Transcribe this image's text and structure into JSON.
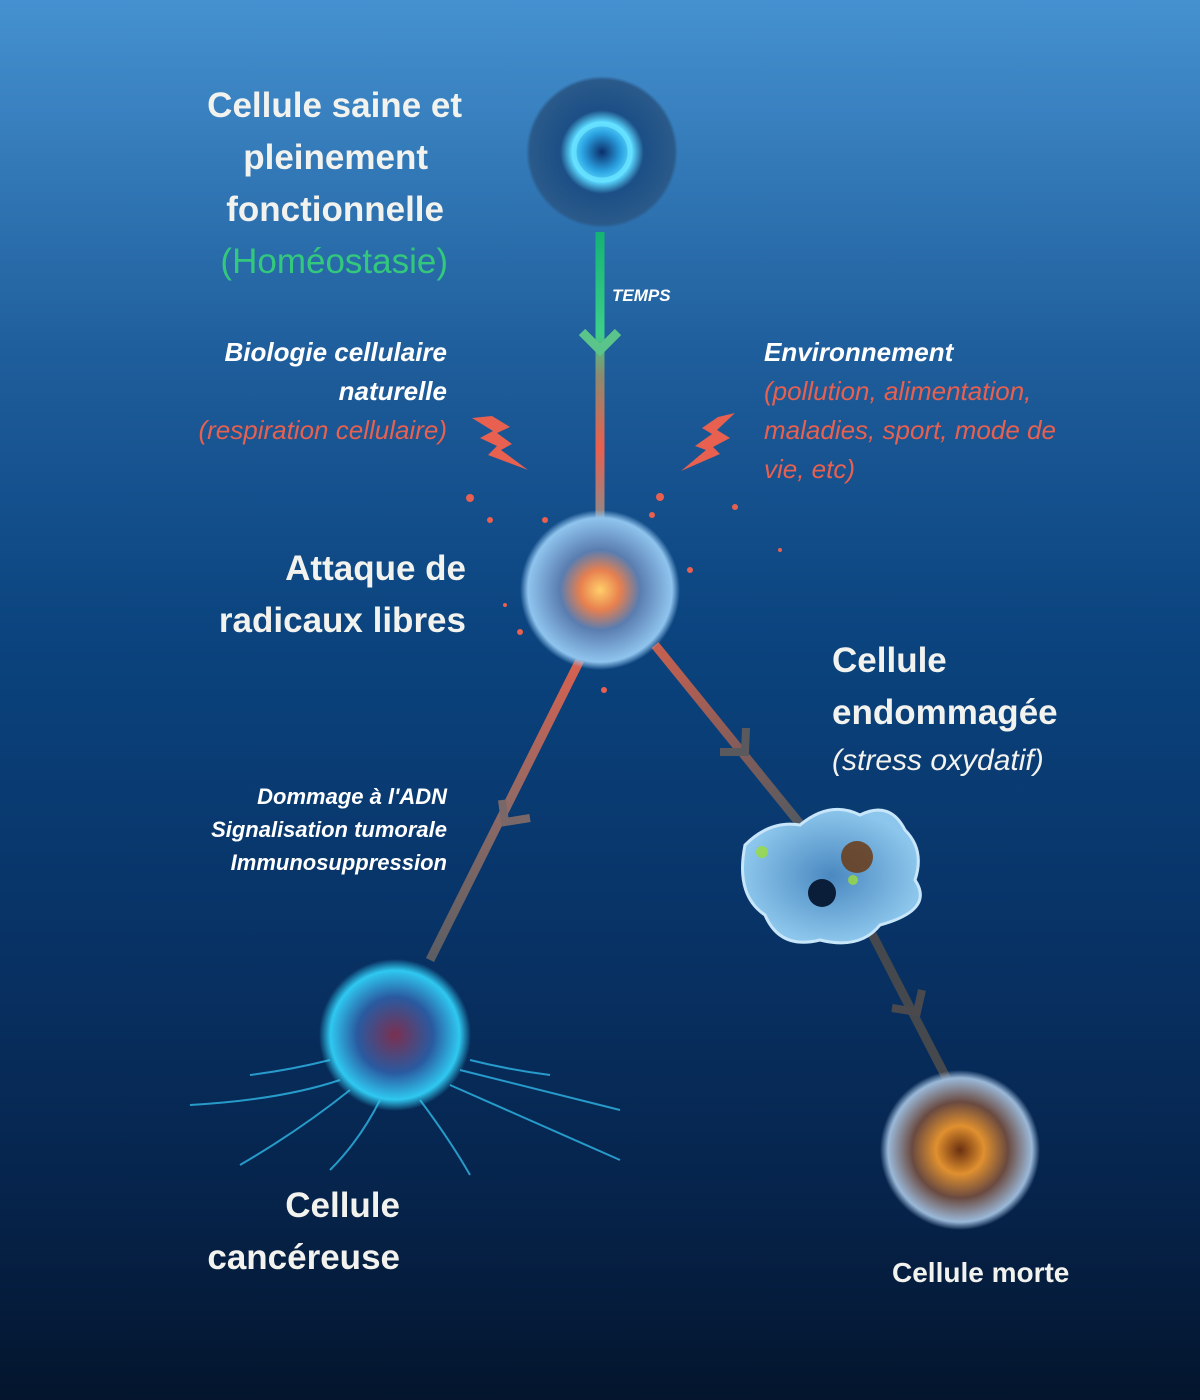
{
  "healthy": {
    "title": [
      "Cellule saine et",
      "pleinement",
      "fonctionnelle"
    ],
    "note": "(Homéostasie)"
  },
  "arrow_label": "TEMPS",
  "biology": {
    "title": [
      "Biologie cellulaire",
      "naturelle"
    ],
    "note": "(respiration cellulaire)"
  },
  "environment": {
    "title": "Environnement",
    "note": [
      "(pollution, alimentation,",
      "maladies, sport, mode de",
      "vie, etc)"
    ]
  },
  "attack": {
    "title": [
      "Attaque de",
      "radicaux libres"
    ]
  },
  "damaged": {
    "title": [
      "Cellule",
      "endommagée"
    ],
    "note": "(stress oxydatif)"
  },
  "effects": [
    "Dommage à l'ADN",
    "Signalisation tumorale",
    "Immunosuppression"
  ],
  "cancer": {
    "title": [
      "Cellule",
      "cancéreuse"
    ]
  },
  "dead": {
    "title": "Cellule morte"
  },
  "colors": {
    "green": "#33c87c",
    "red": "#e8604f",
    "grey": "#555a60"
  }
}
